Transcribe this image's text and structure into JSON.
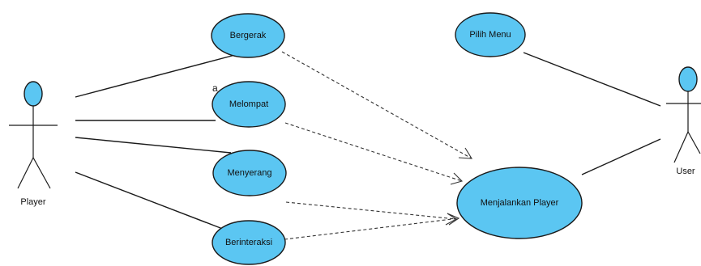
{
  "diagram": {
    "actors": {
      "player": {
        "label": "Player"
      },
      "user": {
        "label": "User"
      }
    },
    "use_cases": {
      "bergerak": "Bergerak",
      "melompat": "Melompat",
      "menyerang": "Menyerang",
      "berinteraksi": "Berinteraksi",
      "pilih_menu": "Pilih Menu",
      "menjalankan_player": "Menjalankan Player"
    },
    "stray_mark": "a",
    "colors": {
      "use_case_fill": "#5bc6f2",
      "stroke": "#1a1a1a"
    }
  }
}
